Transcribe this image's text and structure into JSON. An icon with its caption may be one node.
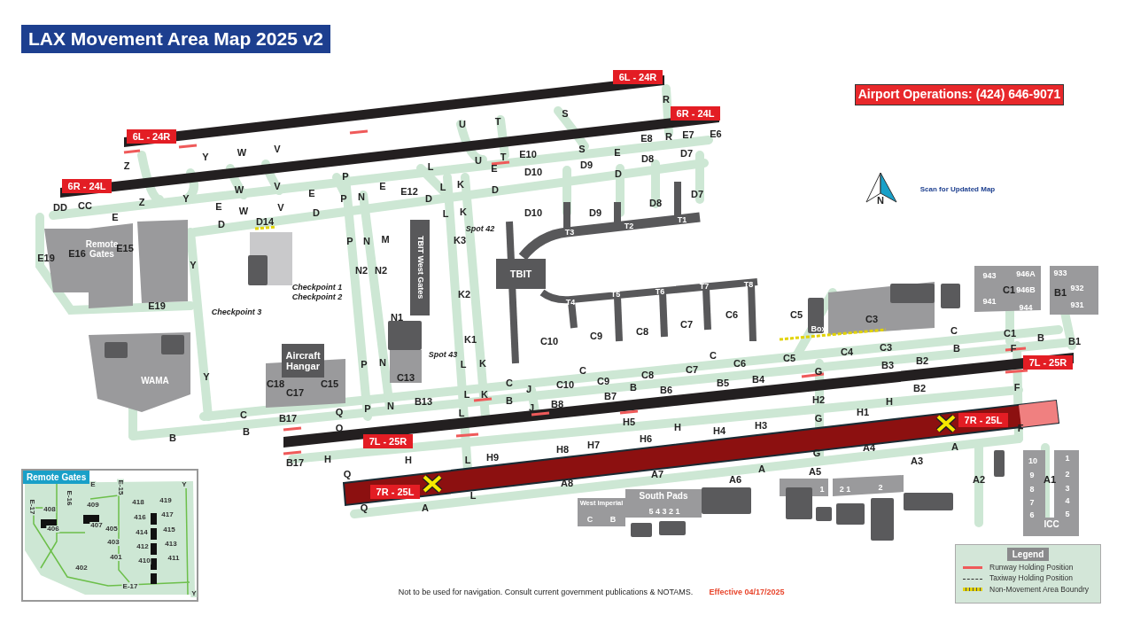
{
  "diagram": {
    "title": "LAX Movement Area Map 2025 v2",
    "nodes": [
      {
        "text": [
          "Airport Operations: (424) 646-9071"
        ]
      },
      {
        "text": [
          "6L - 24R"
        ]
      },
      {
        "text": [
          "6R - 24L"
        ]
      },
      {
        "text": [
          "6L - 24R"
        ]
      },
      {
        "text": [
          "6R - 24L"
        ]
      },
      {
        "text": [
          "7L - 25R"
        ]
      },
      {
        "text": [
          "7L - 25R"
        ]
      },
      {
        "text": [
          "7R - 25L"
        ]
      },
      {
        "text": [
          "7R - 25L"
        ]
      },
      {
        "text": [
          "Remote Gates"
        ]
      },
      {
        "text": [
          "WAMA"
        ]
      },
      {
        "text": [
          "Aircraft Hangar"
        ]
      },
      {
        "text": [
          "TBIT West Gates"
        ]
      },
      {
        "text": [
          "TBIT"
        ]
      },
      {
        "text": [
          "West Imperial"
        ]
      },
      {
        "text": [
          "South Pads"
        ]
      },
      {
        "text": [
          "ICC"
        ]
      },
      {
        "text": [
          "Legend"
        ]
      },
      {
        "text": [
          "Remote Gates"
        ]
      },
      {
        "text": [],
        "shape": "box"
      },
      {
        "text": [],
        "shape": "box"
      },
      {
        "text": [],
        "shape": "box"
      },
      {
        "text": [],
        "shape": "box"
      },
      {
        "text": [],
        "shape": "box"
      },
      {
        "text": [],
        "shape": "box"
      },
      {
        "text": [],
        "shape": "box"
      },
      {
        "text": [],
        "shape": "box"
      },
      {
        "text": [],
        "shape": "box"
      },
      {
        "text": [],
        "shape": "box"
      },
      {
        "text": [],
        "shape": "box"
      },
      {
        "text": [],
        "shape": "box"
      },
      {
        "text": [],
        "shape": "box"
      },
      {
        "text": [],
        "shape": "box"
      },
      {
        "text": [],
        "shape": "box"
      },
      {
        "text": [],
        "shape": "box"
      }
    ],
    "labels": [
      "R",
      "U",
      "T",
      "S",
      "Z",
      "Y",
      "W",
      "V",
      "E8",
      "R",
      "E7",
      "E6",
      "U",
      "T",
      "E10",
      "S",
      "E",
      "D8",
      "D7",
      "L",
      "E",
      "D10",
      "D9",
      "D",
      "P",
      "E",
      "E12",
      "L",
      "K",
      "D",
      "Z",
      "Y",
      "W",
      "V",
      "E",
      "P",
      "N",
      "D",
      "D10",
      "D9",
      "D8",
      "D7",
      "DD",
      "CC",
      "E",
      "W",
      "V",
      "D",
      "L",
      "K",
      "E",
      "D",
      "D14",
      "Spot 42",
      "T3",
      "T2",
      "T1",
      "K3",
      "P",
      "N",
      "M",
      "E19",
      "E16",
      "E15",
      "Y",
      "N2",
      "N2",
      "Checkpoint 1",
      "Checkpoint 2",
      "T8",
      "T7",
      "T6",
      "T5",
      "T4",
      "K2",
      "E19",
      "Checkpoint 3",
      "N1",
      "C6",
      "C5",
      "C3",
      "C7",
      "C8",
      "C9",
      "C10",
      "C",
      "C1",
      "B",
      "B1",
      "K1",
      "C4",
      "C3",
      "B",
      "F",
      "943",
      "946A",
      "933",
      "932",
      "C1",
      "946B",
      "B1",
      "941",
      "931",
      "944",
      "Box",
      "Spot 43",
      "C",
      "C6",
      "C5",
      "L",
      "K",
      "P",
      "N",
      "B3",
      "B2",
      "C",
      "C8",
      "C7",
      "G",
      "Y",
      "C13",
      "C18",
      "C15",
      "C17",
      "C",
      "C10",
      "C9",
      "B",
      "B6",
      "B5",
      "B4",
      "B2",
      "F",
      "J",
      "L",
      "K",
      "B13",
      "B",
      "B7",
      "H2",
      "H",
      "B8",
      "N",
      "P",
      "Q",
      "C",
      "B17",
      "H1",
      "G",
      "H5",
      "L",
      "J",
      "H",
      "H4",
      "H3",
      "F",
      "Q",
      "B",
      "B",
      "H6",
      "H7",
      "H8",
      "A4",
      "A",
      "G",
      "H9",
      "H",
      "H",
      "L",
      "B17",
      "A3",
      "A",
      "A5",
      "Q",
      "A7",
      "A2",
      "A1",
      "A6",
      "A8",
      "L",
      "A",
      "Q",
      "10",
      "9",
      "8",
      "7",
      "6",
      "1",
      "2",
      "3",
      "4",
      "5",
      "2",
      "2 1",
      "1",
      "5 4 3 2 1",
      "C",
      "B",
      "N",
      "Scan for Updated Map",
      "E-17",
      "E-16",
      "E",
      "E-15",
      "Y",
      "409",
      "408",
      "418",
      "419",
      "416",
      "417",
      "407",
      "406",
      "405",
      "414",
      "415",
      "403",
      "412",
      "413",
      "401",
      "410",
      "411",
      "402",
      "E-17",
      "Y",
      "Not to be used for navigation. Consult current government publications & NOTAMS.",
      "Effective 04/17/2025"
    ],
    "legend": [
      {
        "text": "Runway Holding Position"
      },
      {
        "text": "Taxiway Holding Position"
      },
      {
        "text": "Non-Movement Area Boundry"
      }
    ]
  }
}
